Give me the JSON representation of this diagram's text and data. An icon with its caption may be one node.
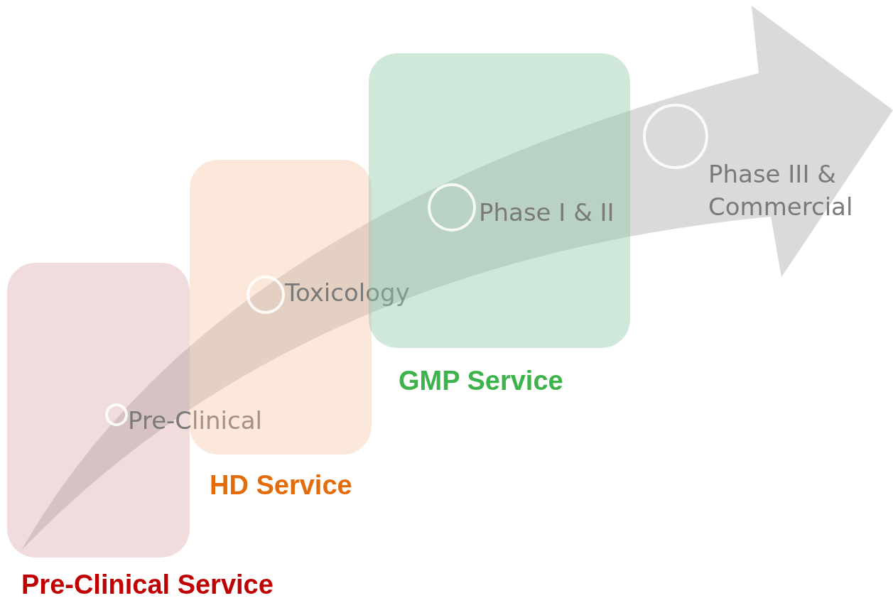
{
  "diagram": {
    "nodes": [
      {
        "text": [
          "Pre-Clinical Service"
        ]
      },
      {
        "text": [],
        "shape": "circle",
        "in": 0,
        "beside": [
          "Pre-Clinical"
        ]
      },
      {
        "text": [
          "HD Service"
        ]
      },
      {
        "text": [],
        "shape": "circle",
        "in": 2,
        "beside": [
          "Toxicology"
        ]
      },
      {
        "text": [
          "GMP Service"
        ]
      },
      {
        "text": [],
        "shape": "circle",
        "in": 4,
        "beside": [
          "Phase I & II"
        ]
      },
      {
        "text": [],
        "shape": "circle",
        "beside": [
          "Phase III & Commercial"
        ]
      }
    ],
    "edges": []
  }
}
